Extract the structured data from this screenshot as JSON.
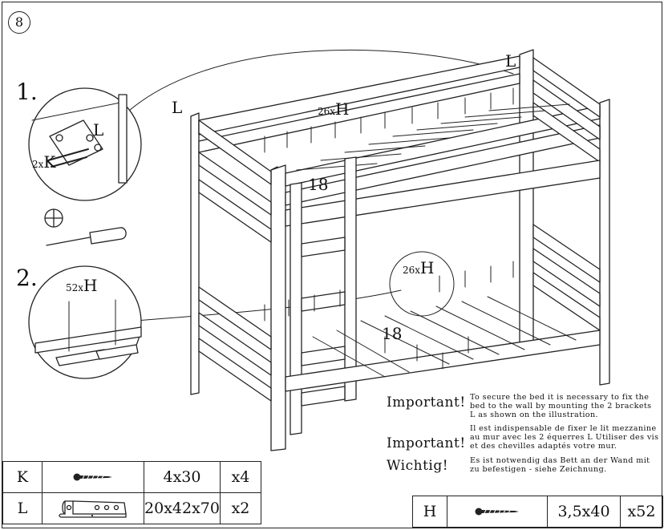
{
  "step": {
    "number": "8"
  },
  "substeps": [
    {
      "number": "1."
    },
    {
      "number": "2."
    }
  ],
  "labels": {
    "bracket_L": "L",
    "screw_count_K": "2x",
    "screw_code_K": "K",
    "screw_count_H": "52x",
    "screw_code_H": "H",
    "top_frame_L_left": "L",
    "top_frame_L_right": "L",
    "top_count": "26x",
    "top_code": "H",
    "top_slats": "18",
    "bottom_count": "26x",
    "bottom_code": "H",
    "bottom_slats": "18"
  },
  "notes": [
    {
      "heading": "Important!",
      "text": "To secure the bed it is necessary to fix the bed to the wall by mounting the 2 brackets L as shown on the illustration."
    },
    {
      "heading": "Important!",
      "text": "Il est indispensable de fixer le lit mezzanine au mur avec les 2 équerres L Utiliser des vis et des chevilles adaptés votre mur."
    },
    {
      "heading": "Wichtig!",
      "text": "Es ist notwendig das Bett an der Wand mit zu befestigen - siehe Zeichnung."
    }
  ],
  "parts_left": [
    {
      "code": "K",
      "icon": "screw-icon",
      "size": "4x30",
      "qty": "x4"
    },
    {
      "code": "L",
      "icon": "bracket-icon",
      "size": "20x42x70",
      "qty": "x2"
    }
  ],
  "parts_right": [
    {
      "code": "H",
      "icon": "screw-icon",
      "size": "3,5x40",
      "qty": "x52"
    }
  ]
}
